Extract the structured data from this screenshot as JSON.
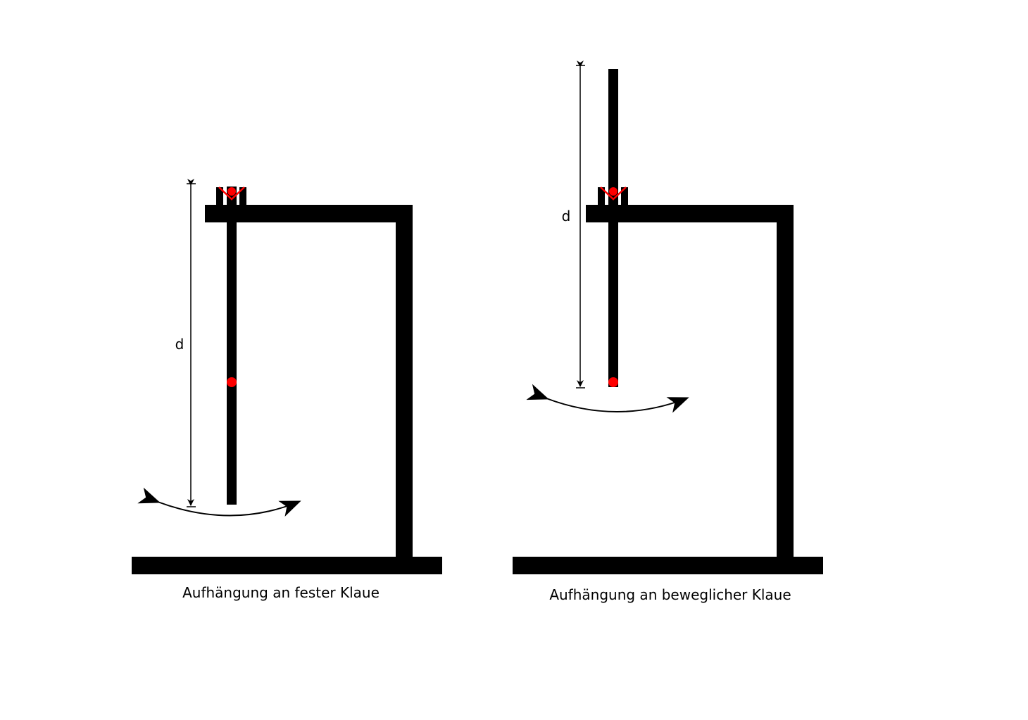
{
  "colors": {
    "structure": "#000000",
    "marker": "#ff0000",
    "background": "#ffffff"
  },
  "panels": [
    {
      "caption": "Aufhängung an fester Klaue",
      "dimension_label": "d"
    },
    {
      "caption": "Aufhängung an beweglicher Klaue",
      "dimension_label": "d"
    }
  ]
}
